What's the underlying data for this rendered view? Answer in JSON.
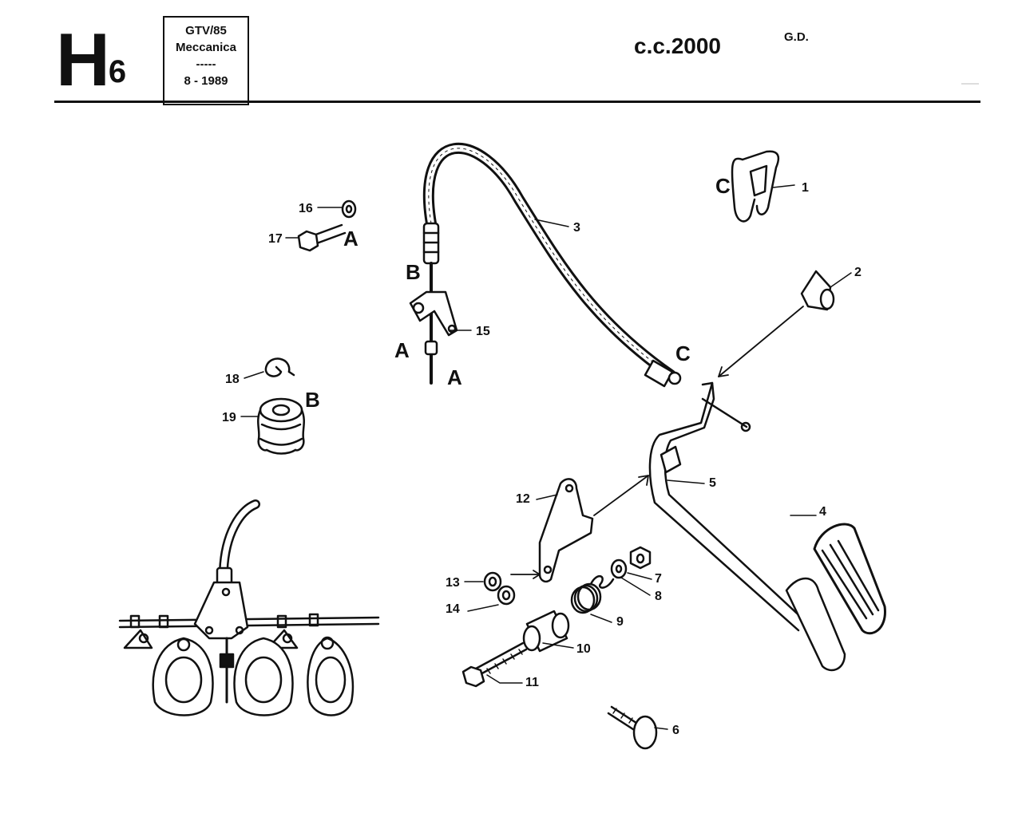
{
  "header": {
    "code_letter": "H",
    "code_number": "6",
    "box_line1": "GTV/85",
    "box_line2": "Meccanica",
    "box_line3": "-----",
    "box_line4": "8 - 1989",
    "title": "c.c.2000",
    "note": "G.D."
  },
  "callouts": {
    "n1": "1",
    "n2": "2",
    "n3": "3",
    "n4": "4",
    "n5": "5",
    "n6": "6",
    "n7": "7",
    "n8": "8",
    "n9": "9",
    "n10": "10",
    "n11": "11",
    "n12": "12",
    "n13": "13",
    "n14": "14",
    "n15": "15",
    "n16": "16",
    "n17": "17",
    "n18": "18",
    "n19": "19"
  },
  "letters": {
    "A": "A",
    "B": "B",
    "C": "C"
  },
  "colors": {
    "ink": "#111111",
    "paper": "#ffffff"
  }
}
